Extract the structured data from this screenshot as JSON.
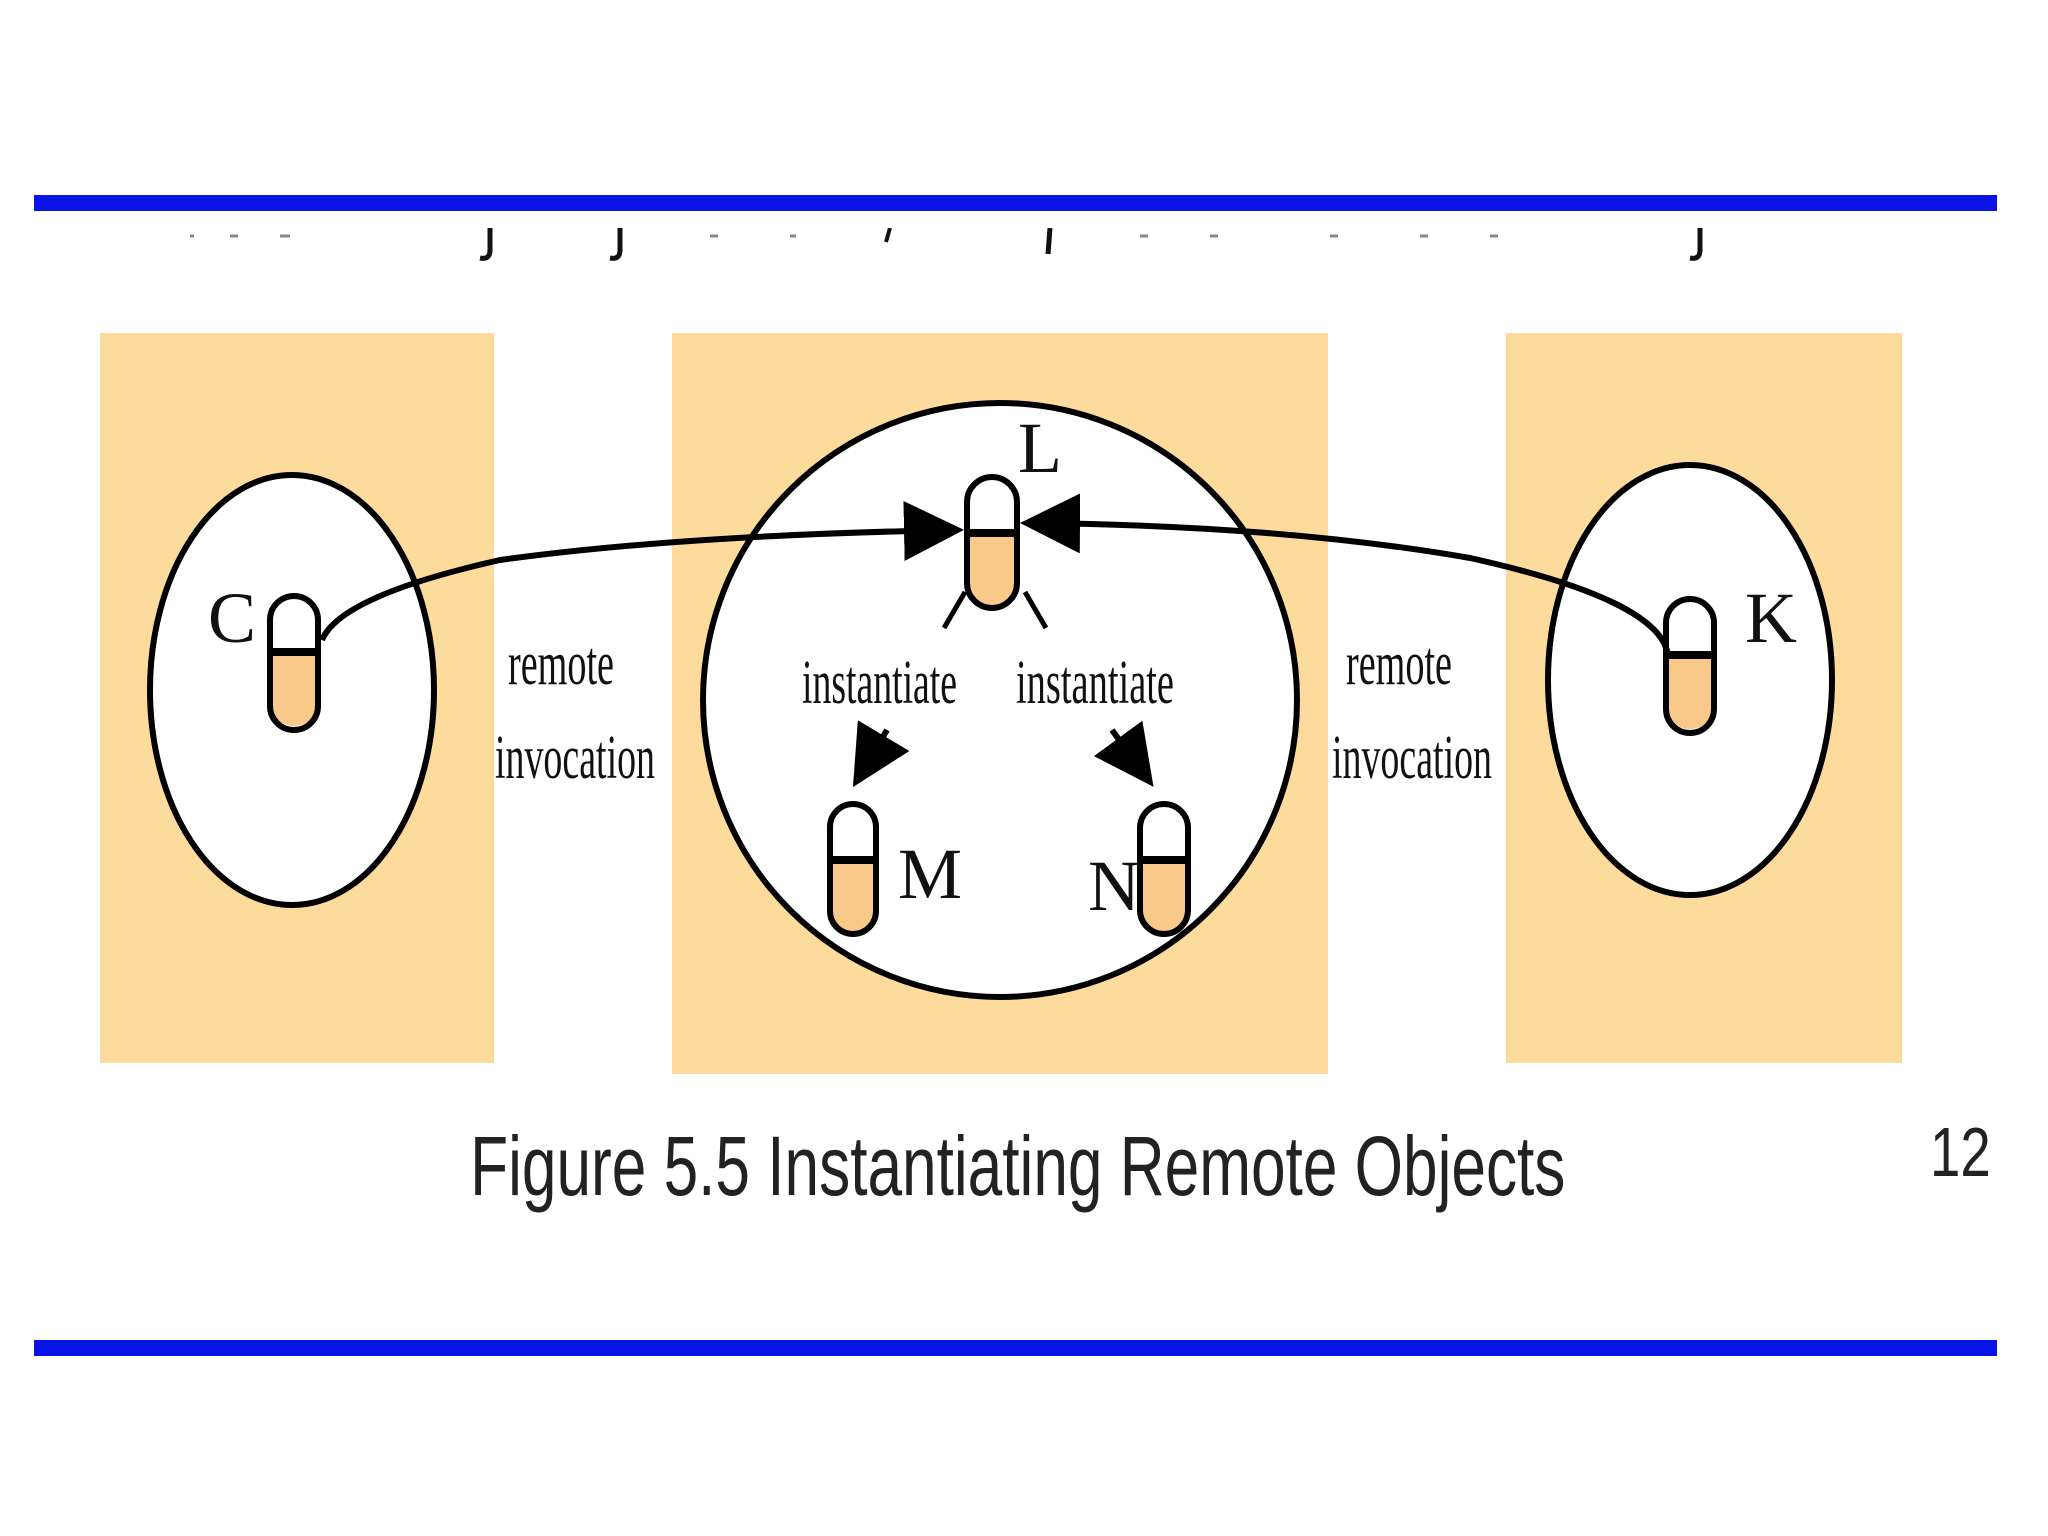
{
  "slide": {
    "caption": "Figure 5.5 Instantiating Remote Objects",
    "page_number": "12",
    "rule_color": "#0a14e6",
    "box_color": "#fddb9c",
    "object_fill_color": "#f9c98a"
  },
  "diagram": {
    "objects": {
      "C": "C",
      "L": "L",
      "M": "M",
      "N": "N",
      "K": "K"
    },
    "labels": {
      "left_remote": "remote",
      "left_invocation": "invocation",
      "right_remote": "remote",
      "right_invocation": "invocation",
      "instantiate_left": "instantiate",
      "instantiate_right": "instantiate"
    }
  }
}
